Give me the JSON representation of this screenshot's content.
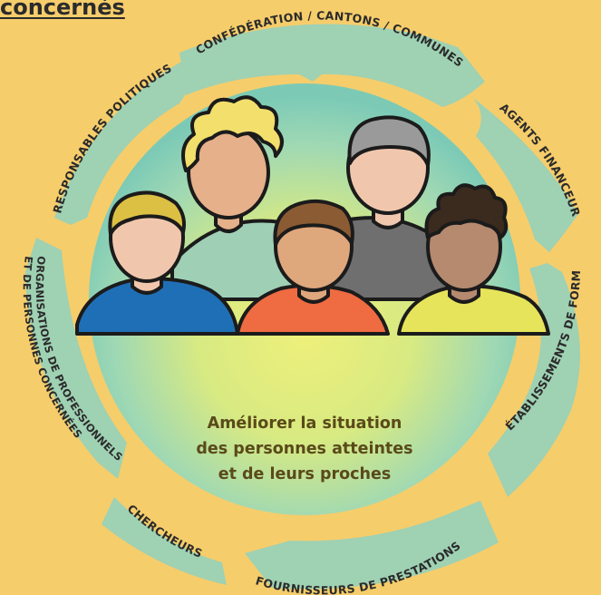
{
  "header": {
    "title": "concernés"
  },
  "ring": {
    "segments": [
      {
        "label": "CONFÉDÉRATION / CANTONS / COMMUNES"
      },
      {
        "label": "AGENTS FINANCEURS"
      },
      {
        "label": "ÉTABLISSEMENTS DE FORMATION"
      },
      {
        "label": "FOURNISSEURS DE PRESTATIONS"
      },
      {
        "label": "CHERCHEURS"
      },
      {
        "label_line1": "ORGANISATIONS DE PROFESSIONNELS",
        "label_line2": "ET DE PERSONNES CONCERNÉES"
      },
      {
        "label": "RESPONSABLES POLITIQUES"
      }
    ]
  },
  "center": {
    "lines": [
      "Améliorer la situation",
      "des personnes atteintes",
      "et de leurs proches"
    ]
  },
  "colors": {
    "background": "#f6cd6b",
    "ring": "#9fd1b3",
    "center_inner": "#e9ee7a",
    "center_outer": "#7fcdb9"
  }
}
